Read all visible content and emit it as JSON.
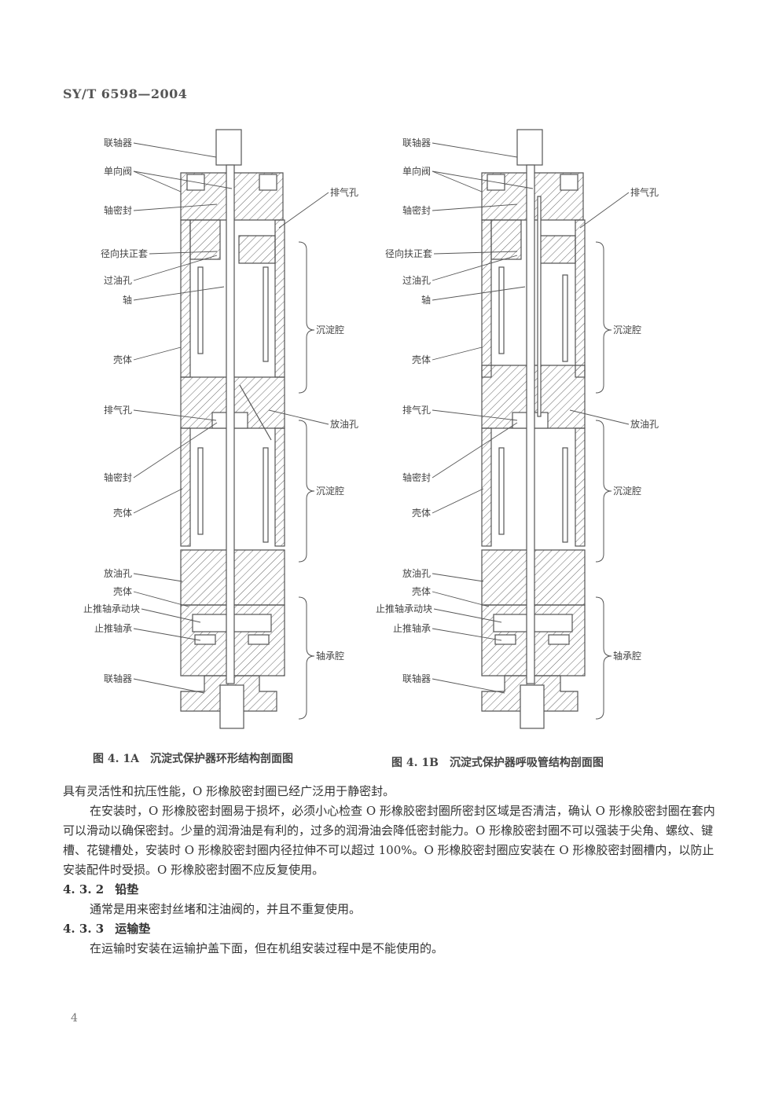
{
  "header": {
    "standard_code": "SY/T 6598—2004"
  },
  "figure_a": {
    "caption_number": "图 4. 1A",
    "caption_title": "沉淀式保护器环形结构剖面图",
    "labels_left": [
      "联轴器",
      "单向阀",
      "轴密封",
      "径向扶正套",
      "过油孔",
      "轴",
      "壳体",
      "排气孔",
      "轴密封",
      "壳体",
      "放油孔",
      "壳体",
      "止推轴承动块",
      "止推轴承",
      "联轴器"
    ],
    "labels_right": [
      "排气孔",
      "沉淀腔",
      "放油孔",
      "沉淀腔",
      "轴承腔"
    ]
  },
  "figure_b": {
    "caption_number": "图 4. 1B",
    "caption_title": "沉淀式保护器呼吸管结构剖面图",
    "labels_left": [
      "联轴器",
      "单向阀",
      "轴密封",
      "径向扶正套",
      "过油孔",
      "轴",
      "壳体",
      "排气孔",
      "轴密封",
      "壳体",
      "放油孔",
      "壳体",
      "止推轴承动块",
      "止推轴承",
      "联轴器"
    ],
    "labels_right": [
      "排气孔",
      "沉淀腔",
      "放油孔",
      "沉淀腔",
      "轴承腔"
    ]
  },
  "body": {
    "p1": "具有灵活性和抗压性能，O 形橡胶密封圈已经广泛用于静密封。",
    "p2": "在安装时，O 形橡胶密封圈易于损坏，必须小心检查 O 形橡胶密封圈所密封区域是否清洁，确认 O 形橡胶密封圈在套内可以滑动以确保密封。少量的润滑油是有利的，过多的润滑油会降低密封能力。O 形橡胶密封圈不可以强装于尖角、螺纹、键槽、花键槽处，安装时 O 形橡胶密封圈内径拉伸不可以超过 100%。O 形橡胶密封圈应安装在 O 形橡胶密封圈槽内，以防止安装配件时受损。O 形橡胶密封圈不应反复使用。",
    "s1_number": "4. 3. 2",
    "s1_title": "铅垫",
    "s1_text": "通常是用来密封丝堵和注油阀的，并且不重复使用。",
    "s2_number": "4. 3. 3",
    "s2_title": "运输垫",
    "s2_text": "在运输时安装在运输护盖下面，但在机组安装过程中是不能使用的。"
  },
  "footer": {
    "page_number": "4"
  }
}
